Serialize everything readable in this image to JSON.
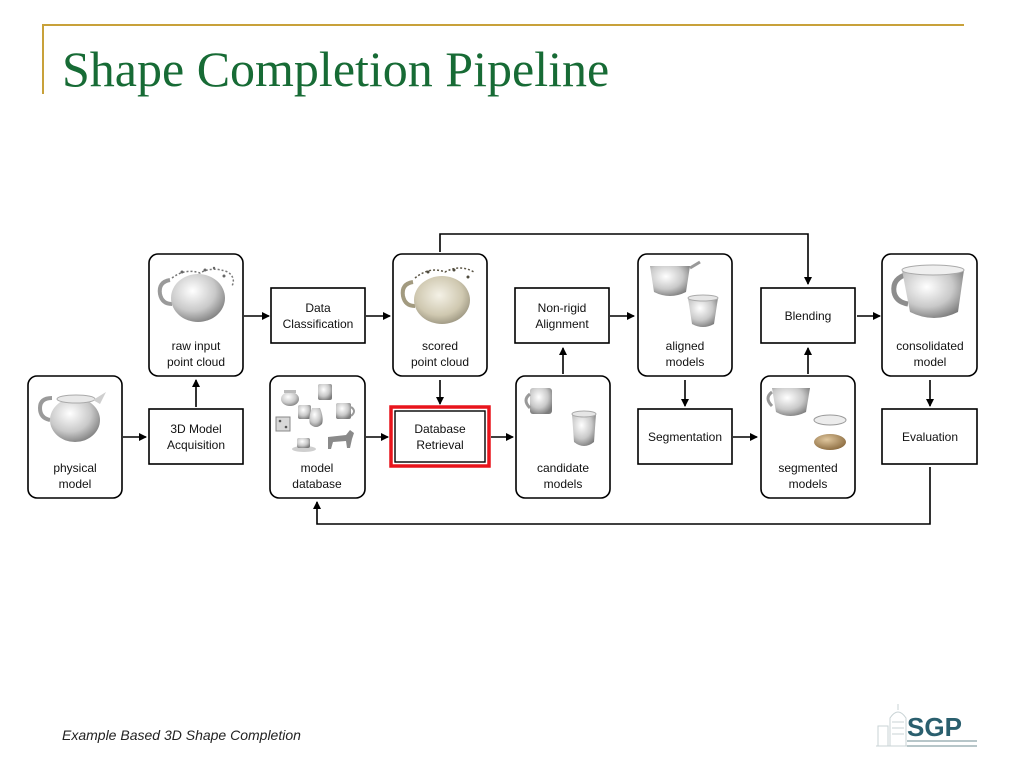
{
  "slide": {
    "title": "Shape Completion Pipeline",
    "footer": "Example Based 3D Shape Completion"
  },
  "diagram": {
    "image_panels": {
      "physical_model": {
        "line1": "physical",
        "line2": "model"
      },
      "raw_input": {
        "line1": "raw input",
        "line2": "point cloud"
      },
      "model_database": {
        "line1": "model",
        "line2": "database"
      },
      "scored": {
        "line1": "scored",
        "line2": "point cloud"
      },
      "candidate": {
        "line1": "candidate",
        "line2": "models"
      },
      "aligned": {
        "line1": "aligned",
        "line2": "models"
      },
      "segmented": {
        "line1": "segmented",
        "line2": "models"
      },
      "consolidated": {
        "line1": "consolidated",
        "line2": "model"
      }
    },
    "process_boxes": {
      "acquisition": {
        "line1": "3D Model",
        "line2": "Acquisition"
      },
      "classification": {
        "line1": "Data",
        "line2": "Classification"
      },
      "retrieval": {
        "line1": "Database",
        "line2": "Retrieval",
        "highlight": "#e8141c"
      },
      "nonrigid": {
        "line1": "Non-rigid",
        "line2": "Alignment"
      },
      "segmentation": {
        "line1": "Segmentation"
      },
      "blending": {
        "line1": "Blending"
      },
      "evaluation": {
        "line1": "Evaluation"
      }
    },
    "icons": [
      "pitcher-icon",
      "point-cloud-icon",
      "mug-icon",
      "vase-icon",
      "teapot-icon",
      "dog-icon",
      "cup-saucer-icon",
      "die-icon"
    ]
  },
  "logo": {
    "text": "SGP"
  },
  "colors": {
    "title": "#176b35",
    "rule": "#c8a13a",
    "highlight": "#e8141c",
    "logo": "#2a5f6e"
  }
}
